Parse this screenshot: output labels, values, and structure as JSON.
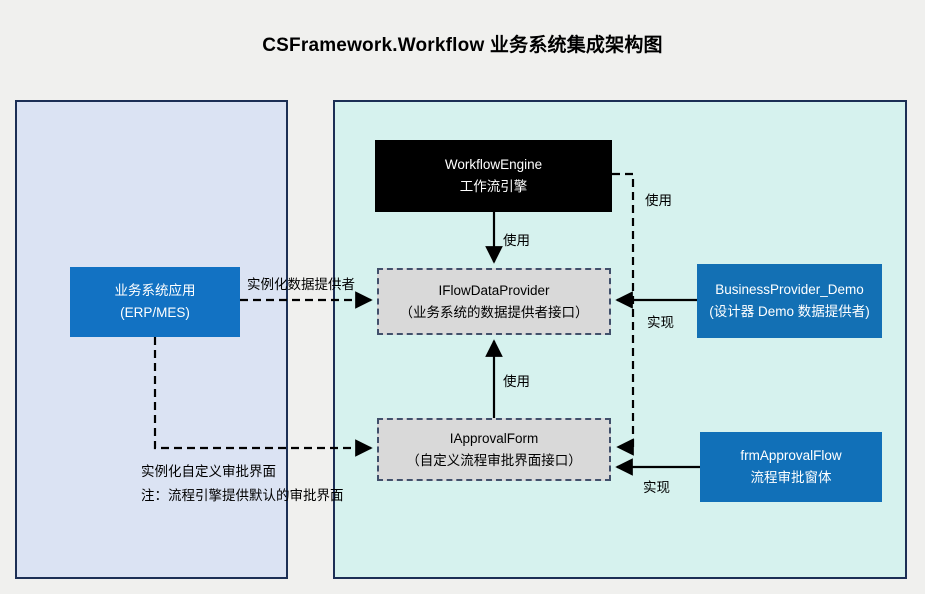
{
  "title": "CSFramework.Workflow 业务系统集成架构图",
  "colors": {
    "page_bg": "#f0f0ee",
    "left_panel_bg": "#dbe3f3",
    "right_panel_bg": "#d6f2ee",
    "panel_border": "#1c2f55",
    "engine_bg": "#000000",
    "interface_bg": "#d9d9d9",
    "interface_border": "#41506b",
    "app_bg": "#1272c3",
    "demo_bg": "#1370b4",
    "frm_bg": "#1170b8",
    "text_light": "#ffffff",
    "text_dark": "#000000"
  },
  "nodes": {
    "business_app": {
      "line1": "业务系统应用",
      "line2": "(ERP/MES)"
    },
    "workflow_engine": {
      "line1": "WorkflowEngine",
      "line2": "工作流引擎"
    },
    "iflow_data_provider": {
      "line1": "IFlowDataProvider",
      "line2": "（业务系统的数据提供者接口）"
    },
    "iapproval_form": {
      "line1": "IApprovalForm",
      "line2": "（自定义流程审批界面接口）"
    },
    "business_provider_demo": {
      "line1": "BusinessProvider_Demo",
      "line2": "(设计器 Demo 数据提供者)"
    },
    "frm_approval_flow": {
      "line1": "frmApprovalFlow",
      "line2": "流程审批窗体"
    }
  },
  "edge_labels": {
    "use_engine_provider": "使用",
    "use_approval_provider": "使用",
    "use_engine_approval": "使用",
    "implement_provider": "实现",
    "implement_approval": "实现",
    "instantiate_provider": "实例化数据提供者",
    "instantiate_approval": "实例化自定义审批界面",
    "note_default_form": "注：流程引擎提供默认的审批界面"
  },
  "edges": [
    {
      "from": "workflow_engine",
      "to": "iflow_data_provider",
      "style": "solid",
      "label": "使用"
    },
    {
      "from": "iapproval_form",
      "to": "iflow_data_provider",
      "style": "solid",
      "label": "使用"
    },
    {
      "from": "workflow_engine",
      "to": "iapproval_form",
      "style": "dashed",
      "label": "使用"
    },
    {
      "from": "business_app",
      "to": "iflow_data_provider",
      "style": "dashed",
      "label": "实例化数据提供者"
    },
    {
      "from": "business_app",
      "to": "iapproval_form",
      "style": "dashed",
      "label": "实例化自定义审批界面"
    },
    {
      "from": "business_provider_demo",
      "to": "iflow_data_provider",
      "style": "solid",
      "label": "实现"
    },
    {
      "from": "frm_approval_flow",
      "to": "iapproval_form",
      "style": "solid",
      "label": "实现"
    }
  ]
}
